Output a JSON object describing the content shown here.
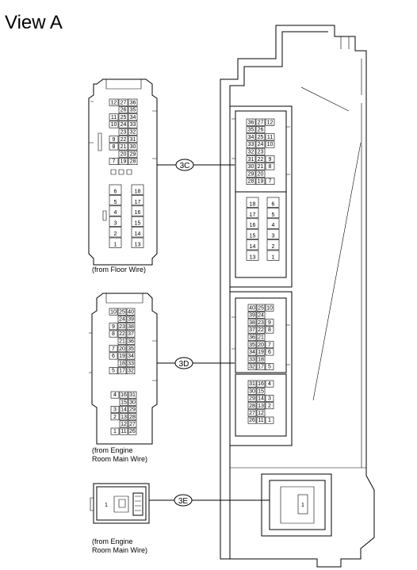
{
  "title": "View A",
  "connectors": [
    {
      "tag": "3C",
      "caption": [
        "(from Floor Wire)"
      ]
    },
    {
      "tag": "3D",
      "caption": [
        "(from Engine",
        "Room Main Wire)"
      ]
    },
    {
      "tag": "3E",
      "caption": [
        "(from Engine",
        "Room Main Wire)"
      ]
    }
  ],
  "c3c_plug": {
    "upper": [
      [
        "12",
        "27",
        "36"
      ],
      [
        "",
        "26",
        "35"
      ],
      [
        "11",
        "25",
        "34"
      ],
      [
        "10",
        "24",
        "33"
      ],
      [
        "",
        "23",
        "32"
      ],
      [
        "9",
        "22",
        "31"
      ],
      [
        "8",
        "21",
        "30"
      ],
      [
        "",
        "20",
        "29"
      ],
      [
        "7",
        "19",
        "28"
      ]
    ],
    "lower": [
      [
        "6",
        "18"
      ],
      [
        "5",
        "17"
      ],
      [
        "4",
        "16"
      ],
      [
        "3",
        "15"
      ],
      [
        "2",
        "14"
      ],
      [
        "1",
        "13"
      ]
    ]
  },
  "c3c_socket": {
    "upper": [
      [
        "36",
        "27",
        "12"
      ],
      [
        "35",
        "26",
        ""
      ],
      [
        "34",
        "25",
        "11"
      ],
      [
        "33",
        "24",
        "10"
      ],
      [
        "32",
        "23",
        ""
      ],
      [
        "31",
        "22",
        "9"
      ],
      [
        "30",
        "21",
        "8"
      ],
      [
        "29",
        "20",
        ""
      ],
      [
        "28",
        "19",
        "7"
      ]
    ],
    "lower": [
      [
        "18",
        "6"
      ],
      [
        "17",
        "5"
      ],
      [
        "16",
        "4"
      ],
      [
        "15",
        "3"
      ],
      [
        "14",
        "2"
      ],
      [
        "13",
        "1"
      ]
    ]
  },
  "c3d_plug": {
    "upper": [
      [
        "10",
        "25",
        "40"
      ],
      [
        "",
        "24",
        "39"
      ],
      [
        "9",
        "23",
        "38"
      ],
      [
        "8",
        "22",
        "37"
      ],
      [
        "",
        "21",
        "36"
      ],
      [
        "7",
        "20",
        "35"
      ],
      [
        "6",
        "19",
        "34"
      ],
      [
        "",
        "18",
        "33"
      ],
      [
        "5",
        "17",
        "32"
      ]
    ],
    "lower": [
      [
        "4",
        "16",
        "31"
      ],
      [
        "",
        "15",
        "30"
      ],
      [
        "3",
        "14",
        "29"
      ],
      [
        "2",
        "13",
        "28"
      ],
      [
        "",
        "12",
        "27"
      ],
      [
        "1",
        "11",
        "26"
      ]
    ]
  },
  "c3d_socket": {
    "upper": [
      [
        "40",
        "25",
        "10"
      ],
      [
        "39",
        "24",
        ""
      ],
      [
        "38",
        "23",
        "9"
      ],
      [
        "37",
        "22",
        "8"
      ],
      [
        "36",
        "21",
        ""
      ],
      [
        "35",
        "20",
        "7"
      ],
      [
        "34",
        "19",
        "6"
      ],
      [
        "33",
        "18",
        ""
      ],
      [
        "32",
        "17",
        "5"
      ]
    ],
    "lower": [
      [
        "31",
        "16",
        "4"
      ],
      [
        "30",
        "15",
        ""
      ],
      [
        "29",
        "14",
        "3"
      ],
      [
        "28",
        "13",
        "2"
      ],
      [
        "27",
        "12",
        ""
      ],
      [
        "26",
        "11",
        "1"
      ]
    ]
  },
  "c3e_plug_pin": "1",
  "c3e_socket_pin": "1"
}
